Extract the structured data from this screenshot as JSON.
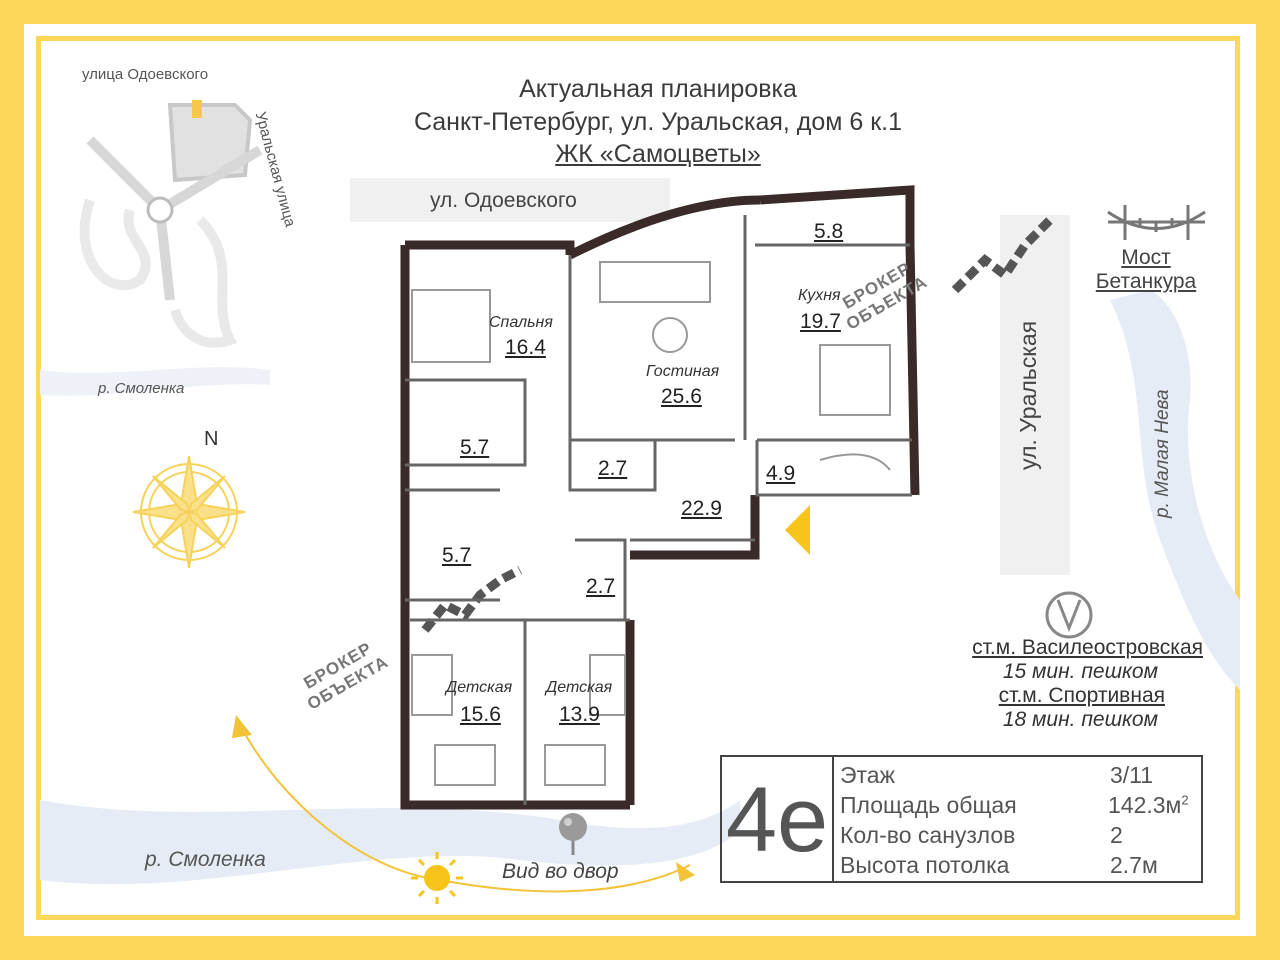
{
  "header": {
    "line1": "Актуальная планировка",
    "line2": "Санкт-Петербург, ул. Уральская, дом 6 к.1",
    "line3": "ЖК «Самоцветы»"
  },
  "streets": {
    "odoevskogo_main": "ул. Одоевского",
    "uralskaya_main": "ул. Уральская",
    "mini_odoevskogo": "улица Одоевского",
    "mini_uralskaya": "Уральская улица"
  },
  "rivers": {
    "smolenka_small": "р. Смоленка",
    "smolenka_main": "р. Смоленка",
    "malaya_neva": "р. Малая Нева"
  },
  "bridge": {
    "line1": "Мост",
    "line2": "Бетанкура"
  },
  "compass": {
    "north": "N"
  },
  "view": {
    "label": "Вид во двор"
  },
  "metro": {
    "station1": "ст.м. Василеостровская",
    "walk1": "15 мин. пешком",
    "station2": "ст.м. Спортивная",
    "walk2": "18 мин. пешком"
  },
  "watermark": {
    "line1": "БРОКЕР",
    "line2": "ОБЪЕКТА"
  },
  "rooms": {
    "bedroom": {
      "name": "Спальня",
      "area": "16.4"
    },
    "living": {
      "name": "Гостиная",
      "area": "25.6"
    },
    "kitchen": {
      "name": "Кухня",
      "area": "19.7"
    },
    "balcony": {
      "area": "5.8"
    },
    "closet": {
      "area": "5.7"
    },
    "bath1": {
      "area": "5.7"
    },
    "storage1": {
      "area": "2.7"
    },
    "storage2": {
      "area": "2.7"
    },
    "bath2": {
      "area": "4.9"
    },
    "hall": {
      "area": "22.9"
    },
    "kids1": {
      "name": "Детская",
      "area": "15.6"
    },
    "kids2": {
      "name": "Детская",
      "area": "13.9"
    }
  },
  "info": {
    "rooms_label": "4е",
    "rows": [
      {
        "label": "Этаж",
        "value": "3/11"
      },
      {
        "label": "Площадь общая",
        "value": "142.3м",
        "sup": "2"
      },
      {
        "label": "Кол-во санузлов",
        "value": "2"
      },
      {
        "label": "Высота потолка",
        "value": "2.7м"
      }
    ]
  },
  "colors": {
    "accent_yellow": "#fcd75a",
    "wall": "#3a2a2a",
    "river": "#dde6f2",
    "road": "#eeeeee"
  }
}
